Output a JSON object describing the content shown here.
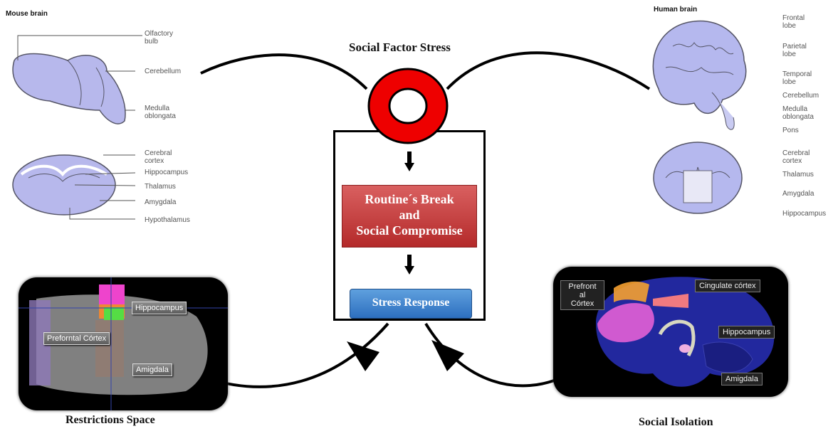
{
  "mouse_brain": {
    "title": "Mouse brain",
    "labels": [
      "Olfactory\nbulb",
      "Cerebellum",
      "Medulla\noblongata",
      "Cerebral\ncortex",
      "Hippocampus",
      "Thalamus",
      "Amygdala",
      "Hypothalamus"
    ]
  },
  "human_brain": {
    "title": "Human brain",
    "labels": [
      "Frontal\nlobe",
      "Parietal\nlobe",
      "Temporal\nlobe",
      "Cerebellum",
      "Medulla\noblongata",
      "Pons",
      "Cerebral\ncortex",
      "Thalamus",
      "Amygdala",
      "Hippocampus"
    ]
  },
  "center": {
    "title": "Social Factor Stress",
    "routine_box": "Routine´s Break\nand\nSocial Compromise",
    "response_box": "Stress Response",
    "colors": {
      "ring": "#ee0000",
      "routine": "#c23a3a",
      "response": "#3f82d0"
    }
  },
  "left_scan": {
    "labels": {
      "hippocampus": "Hippocampus",
      "prefrontal": "Preforntal Córtex",
      "amygdala": "Amigdala"
    },
    "caption": "Restrictions Space"
  },
  "right_scan": {
    "labels": {
      "prefrontal": "Prefront\nal\nCórtex",
      "cingulate": "Cingulate córtex",
      "hippocampus": "Hippocampus",
      "amygdala": "Amigdala"
    },
    "caption": "Social Isolation"
  }
}
